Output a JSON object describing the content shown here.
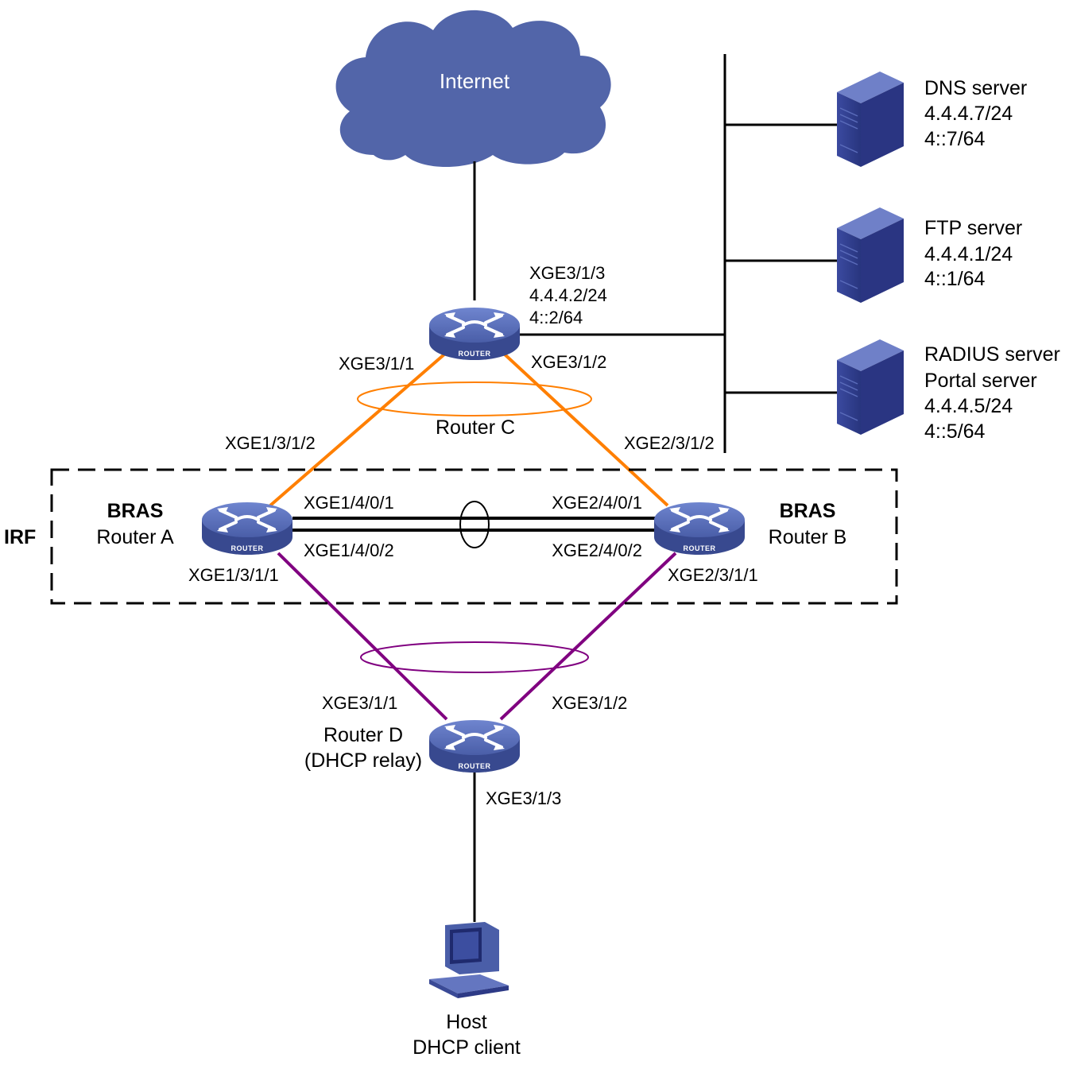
{
  "internet": {
    "label": "Internet"
  },
  "irf": {
    "label": "IRF"
  },
  "router_tag": "ROUTER",
  "router_c": {
    "name": "Router C",
    "ports": {
      "uplink": [
        "XGE3/1/3",
        "4.4.4.2/24",
        "4::2/64"
      ],
      "to_a": "XGE3/1/1",
      "to_b": "XGE3/1/2"
    }
  },
  "router_a": {
    "role": "BRAS",
    "name": "Router A",
    "ports": {
      "to_c": "XGE1/3/1/2",
      "irf1": "XGE1/4/0/1",
      "irf2": "XGE1/4/0/2",
      "to_d": "XGE1/3/1/1"
    }
  },
  "router_b": {
    "role": "BRAS",
    "name": "Router B",
    "ports": {
      "to_c": "XGE2/3/1/2",
      "irf1": "XGE2/4/0/1",
      "irf2": "XGE2/4/0/2",
      "to_d": "XGE2/3/1/1"
    }
  },
  "router_d": {
    "name": "Router D",
    "role": "(DHCP relay)",
    "ports": {
      "to_a": "XGE3/1/1",
      "to_b": "XGE3/1/2",
      "to_host": "XGE3/1/3"
    }
  },
  "servers": [
    {
      "lines": [
        "DNS server",
        "4.4.4.7/24",
        "4::7/64"
      ]
    },
    {
      "lines": [
        "FTP server",
        "4.4.4.1/24",
        "4::1/64"
      ]
    },
    {
      "lines": [
        "RADIUS server",
        "Portal server",
        "4.4.4.5/24",
        "4::5/64"
      ]
    }
  ],
  "host": {
    "name": "Host",
    "role": "DHCP client"
  },
  "colors": {
    "device_blue": "#4a5ea8",
    "server_dark": "#2d3a86",
    "orange_link": "#ff7f00",
    "purple_link": "#800080",
    "black_link": "#000000"
  }
}
